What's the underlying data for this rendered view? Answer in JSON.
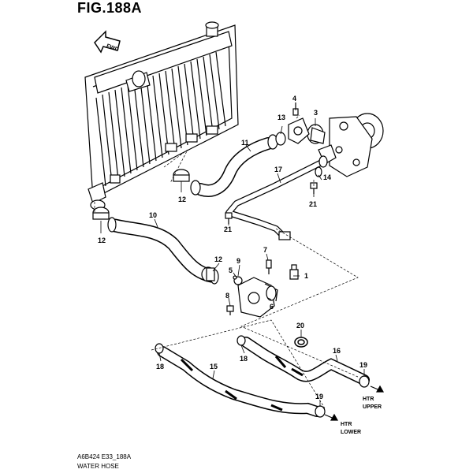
{
  "figure": {
    "title": "FIG.188A",
    "code": "A6B424 E33_188A",
    "caption": "WATER HOSE",
    "fwd_label": "FWD"
  },
  "callouts": {
    "c1": "1",
    "c3": "3",
    "c4": "4",
    "c5": "5",
    "c6": "6",
    "c7": "7",
    "c8": "8",
    "c9": "9",
    "c10": "10",
    "c11": "11",
    "c12a": "12",
    "c12b": "12",
    "c12c": "12",
    "c13": "13",
    "c14": "14",
    "c15": "15",
    "c16": "16",
    "c17": "17",
    "c18a": "18",
    "c18b": "18",
    "c19a": "19",
    "c19b": "19",
    "c20": "20",
    "c21a": "21",
    "c21b": "21"
  },
  "destinations": {
    "upper_line1": "HTR",
    "upper_line2": "UPPER",
    "lower_line1": "HTR",
    "lower_line2": "LOWER"
  }
}
